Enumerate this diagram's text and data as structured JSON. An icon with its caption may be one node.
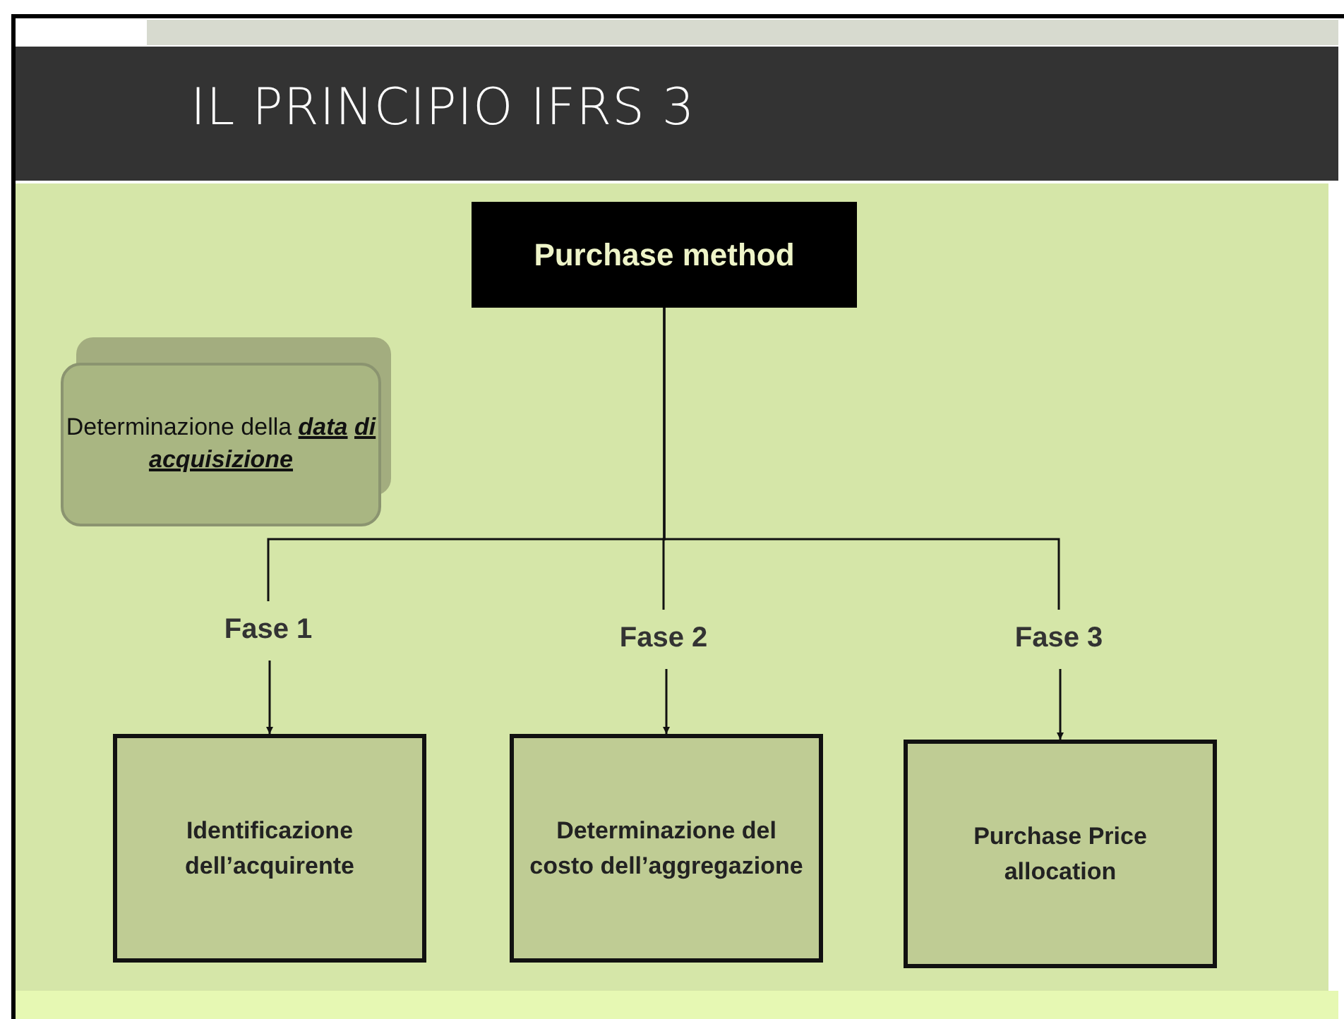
{
  "diagram": {
    "title": "IL PRINCIPIO IFRS 3",
    "nodes": [
      {
        "text": [
          "Purchase method"
        ]
      },
      {
        "text": [
          "Determinazione della *data* *di* *acquisizione*"
        ]
      },
      {
        "text": [
          "Fase 1"
        ]
      },
      {
        "text": [
          "Fase 2"
        ]
      },
      {
        "text": [
          "Fase 3"
        ]
      },
      {
        "text": [
          "Identificazione dell’acquirente"
        ]
      },
      {
        "text": [
          "Determinazione del costo dell’aggregazione"
        ]
      },
      {
        "text": [
          "Purchase Price allocation"
        ]
      }
    ],
    "edges": [
      {
        "from": 0,
        "to": 2,
        "arrow": "none"
      },
      {
        "from": 0,
        "to": 3,
        "arrow": "none"
      },
      {
        "from": 0,
        "to": 4,
        "arrow": "none"
      },
      {
        "from": 2,
        "to": 5,
        "arrow": "to"
      },
      {
        "from": 3,
        "to": 6,
        "arrow": "to"
      },
      {
        "from": 4,
        "to": 7,
        "arrow": "to"
      }
    ]
  }
}
